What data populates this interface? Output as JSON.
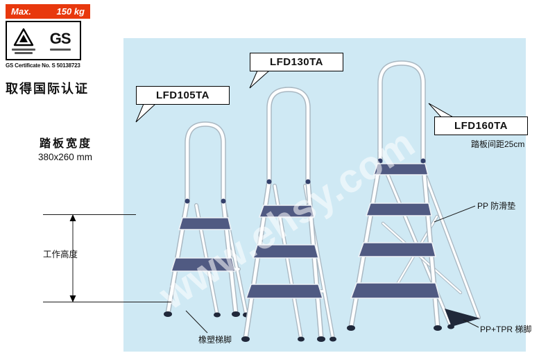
{
  "watermark": "www.ehsy.com",
  "certification": {
    "max_load_prefix": "Max.",
    "max_load_value": "150 kg",
    "gs_mark": "GS",
    "certificate_no": "GS Certificate No. S 50138723",
    "intl_certification": "取得国际认证"
  },
  "specs": {
    "tread_width_label": "踏板宽度",
    "tread_width_value": "380x260 mm",
    "working_height_label": "工作高度",
    "tread_spacing": "踏板间距25cm"
  },
  "products": [
    {
      "model": "LFD105TA",
      "steps": 2
    },
    {
      "model": "LFD130TA",
      "steps": 3
    },
    {
      "model": "LFD160TA",
      "steps": 4
    }
  ],
  "annotations": {
    "antislip_pad": "PP 防滑垫",
    "pp_tpr_feet": "PP+TPR 梯脚",
    "rubber_feet": "橡塑梯脚"
  },
  "colors": {
    "banner_red": "#e8380d",
    "panel_blue": "#cfe9f4",
    "tread_blue": "#505a82",
    "frame_white": "#fdfeff"
  }
}
